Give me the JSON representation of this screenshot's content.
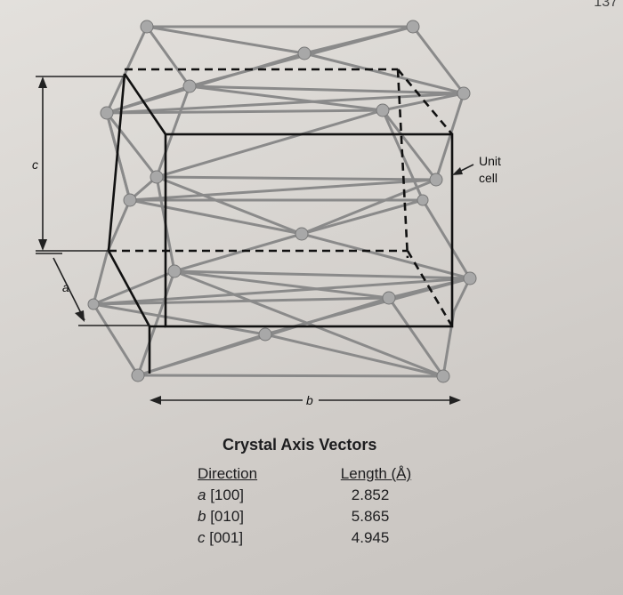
{
  "page": {
    "corner_text": "137"
  },
  "figure": {
    "labels": {
      "c": "c",
      "a": "a",
      "b": "b",
      "unit_cell": [
        "Unit",
        "cell"
      ]
    }
  },
  "table": {
    "title": "Crystal Axis Vectors",
    "headers": {
      "direction": "Direction",
      "length": "Length (Å)"
    },
    "rows": [
      {
        "letter": "a",
        "index": "[100]",
        "length": "2.852"
      },
      {
        "letter": "b",
        "index": "[010]",
        "length": "5.865"
      },
      {
        "letter": "c",
        "index": "[001]",
        "length": "4.945"
      }
    ]
  }
}
